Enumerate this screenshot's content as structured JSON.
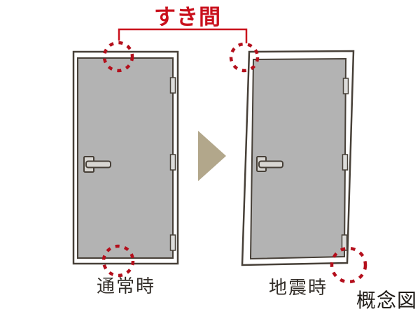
{
  "annotation": {
    "gap_label": "すき間"
  },
  "panels": {
    "left": {
      "caption": "通常時"
    },
    "right": {
      "caption": "地震時"
    }
  },
  "footnote": {
    "caption": "概念図"
  },
  "icons": {
    "arrow": "right-arrow-triangle",
    "gap_markers": "dotted-circle"
  },
  "colors": {
    "accent_red": "#c9101c",
    "dot_red": "#b40f1c",
    "outline": "#474038",
    "frame_fill": "#ffffff",
    "door_fill": "#b3b3b3",
    "hinge_fill": "#dcdcda",
    "handle_fill": "#d8d6d2",
    "arrow_fill": "#b2a78b",
    "caption_color": "#332e29"
  }
}
